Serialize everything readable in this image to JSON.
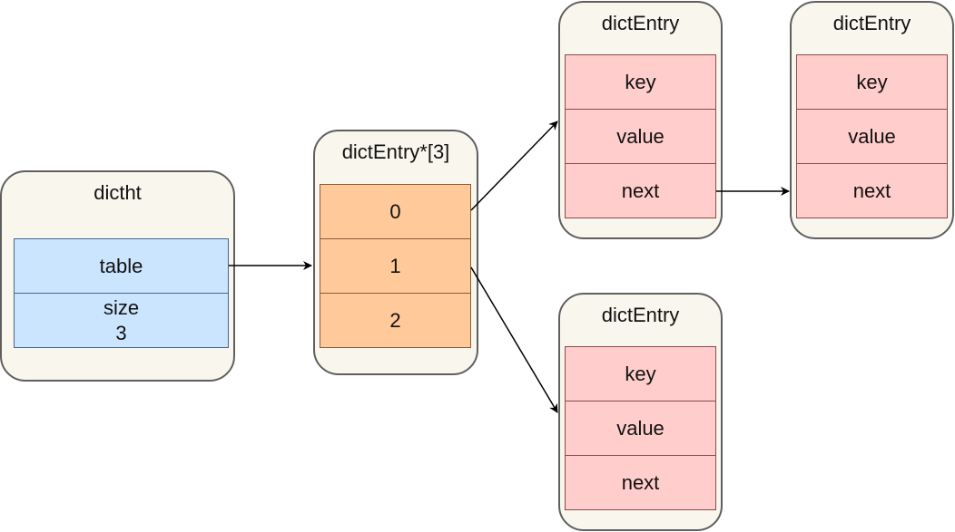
{
  "dictht": {
    "title": "dictht",
    "table_label": "table",
    "size_label": "size",
    "size_value": "3"
  },
  "table_array": {
    "title": "dictEntry*[3]",
    "slots": [
      "0",
      "1",
      "2"
    ]
  },
  "entry_top": {
    "title": "dictEntry",
    "fields": [
      "key",
      "value",
      "next"
    ]
  },
  "entry_right": {
    "title": "dictEntry",
    "fields": [
      "key",
      "value",
      "next"
    ]
  },
  "entry_bottom": {
    "title": "dictEntry",
    "fields": [
      "key",
      "value",
      "next"
    ]
  }
}
